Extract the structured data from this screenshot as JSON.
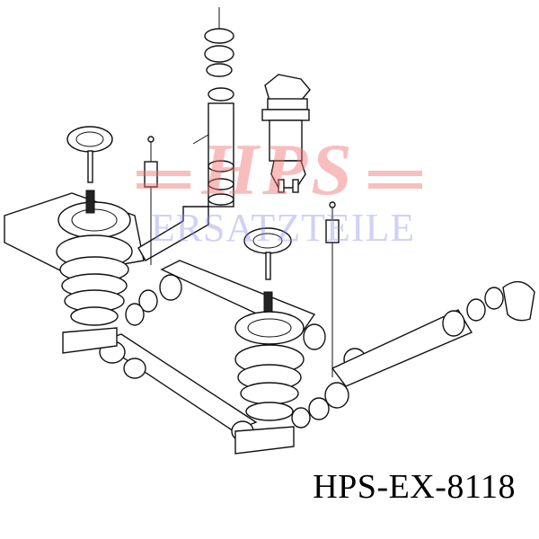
{
  "watermark": {
    "brand": "HPS",
    "subtitle": "ERSATZTEILE",
    "brand_color": "#f06e6e",
    "subtitle_color": "#8c8ceb"
  },
  "part_code": "HPS-EX-8118"
}
